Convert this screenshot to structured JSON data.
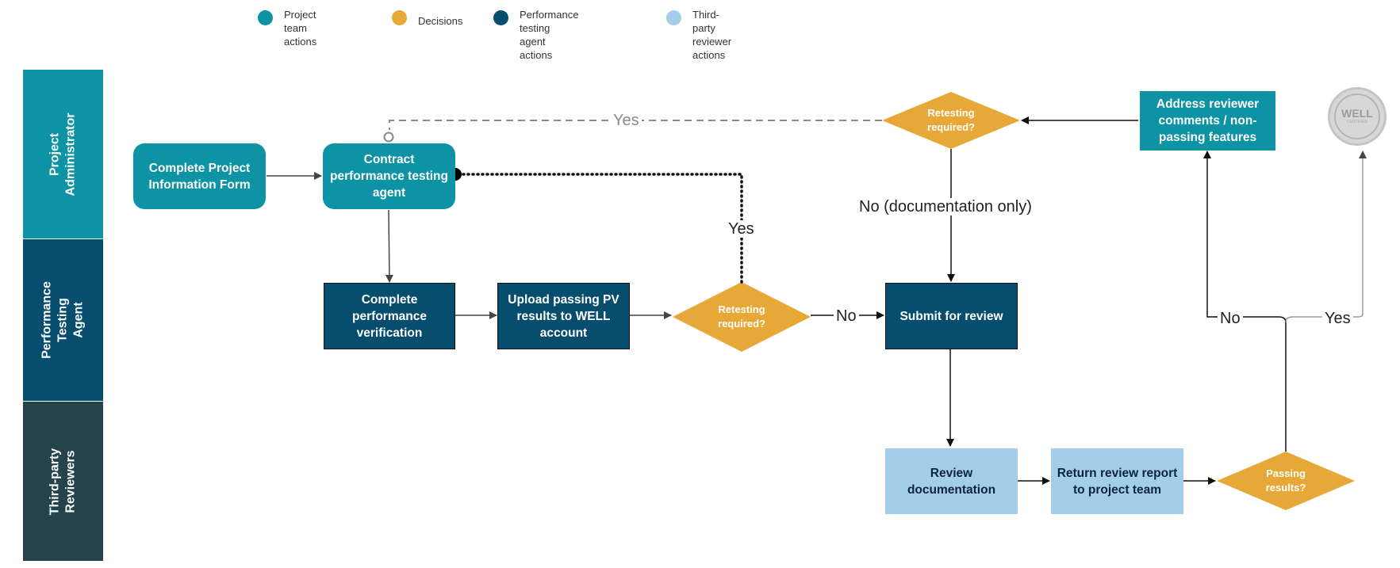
{
  "legend": [
    {
      "label": "Project team\nactions",
      "color": "#0e93a4"
    },
    {
      "label": "Decisions",
      "color": "#e8a838"
    },
    {
      "label": "Performance testing\nagent actions",
      "color": "#064d6e"
    },
    {
      "label": "Third-party reviewer\nactions",
      "color": "#a3cde8"
    }
  ],
  "lanes": [
    {
      "label": "Project\nAdministrator",
      "color": "#0e93a4"
    },
    {
      "label": "Performance\nTesting Agent",
      "color": "#064d6e"
    },
    {
      "label": "Third-party\nReviewers",
      "color": "#24434a"
    }
  ],
  "nodes": {
    "complete_form": "Complete Project Information Form",
    "contract_agent": "Contract performance testing agent",
    "complete_verification": "Complete performance verification",
    "upload_results": "Upload passing PV results to WELL account",
    "retesting_lower": "Retesting required?",
    "submit_review": "Submit for review",
    "retesting_upper": "Retesting required?",
    "address_comments": "Address reviewer comments / non-passing features",
    "review_documentation": "Review documentation",
    "return_report": "Return review report to project team",
    "passing_results": "Passing results?"
  },
  "edge_labels": {
    "yes_dashed": "Yes",
    "yes_dotted": "Yes",
    "no_to_submit": "No",
    "no_doc_only": "No (documentation only)",
    "no_passing": "No",
    "yes_passing": "Yes"
  },
  "badge": {
    "title": "WELL",
    "subtitle": "CERTIFIED"
  },
  "colors": {
    "project_team": "#0e93a4",
    "decision": "#e8a838",
    "testing_agent": "#064d6e",
    "reviewer": "#a3cde8"
  }
}
